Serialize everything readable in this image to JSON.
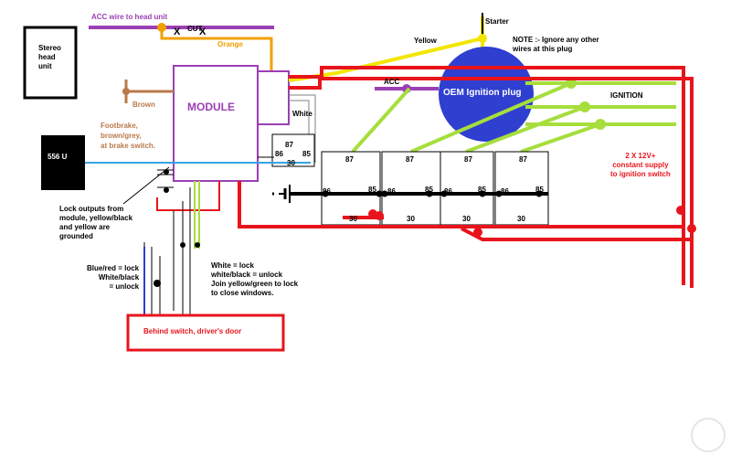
{
  "labels": {
    "acc_wire": "ACC wire to head unit",
    "cut": "CUT",
    "orange": "Orange",
    "stereo": "Stereo\nhead\nunit",
    "starter": "Starter",
    "yellow": "Yellow",
    "note": "NOTE :- Ignore any other\nwires at this plug",
    "brown": "Brown",
    "module": "MODULE",
    "white": "White",
    "acc": "ACC",
    "oem": "OEM Ignition plug",
    "ignition": "IGNITION",
    "footbrake": "Footbrake,\nbrown/grey,\nat brake switch.",
    "remote": "556 U",
    "supply": "2 X 12V+\nconstant supply\nto ignition switch",
    "lock_outputs": "Lock outputs from\nmodule, yellow/black\nand yellow are\ngrounded",
    "blue_red": "Blue/red = lock\nWhite/black\n= unlock",
    "white_lock": "White = lock\nwhite/black = unlock\nJoin yellow/green to lock\nto close windows.",
    "driver_door": "Behind switch, driver's door",
    "small_relay": {
      "p87": "87",
      "p86": "86",
      "p85": "85",
      "p30": "30"
    },
    "relays": [
      {
        "p87": "87",
        "p86": "86",
        "p85": "85",
        "p30": "30"
      },
      {
        "p87": "87",
        "p86": "86",
        "p85": "85",
        "p30": "30"
      },
      {
        "p87": "87",
        "p86": "86",
        "p85": "85",
        "p30": "30"
      },
      {
        "p87": "87",
        "p86": "86",
        "p85": "85",
        "p30": "30"
      }
    ]
  },
  "colors": {
    "purple": "#9b3fb5",
    "yellow": "#f2e600",
    "lime": "#a6de3c",
    "red": "#e8141c",
    "blue": "#2f3fd0",
    "cyan": "#36a3e6",
    "brown": "#b87a4b",
    "orange": "#f0a000",
    "black": "#000000",
    "grey": "#808080"
  }
}
